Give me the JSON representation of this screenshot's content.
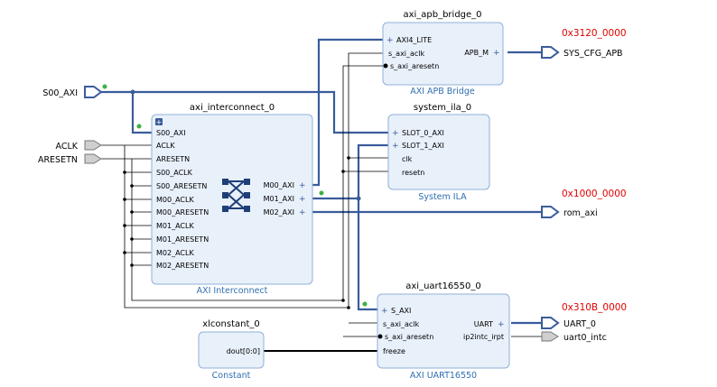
{
  "blocks": {
    "axi_interconnect": {
      "instance": "axi_interconnect_0",
      "type": "AXI Interconnect",
      "pins_left": [
        "S00_AXI",
        "ACLK",
        "ARESETN",
        "S00_ACLK",
        "S00_ARESETN",
        "M00_ACLK",
        "M00_ARESETN",
        "M01_ACLK",
        "M01_ARESETN",
        "M02_ACLK",
        "M02_ARESETN"
      ],
      "pins_right": [
        "M00_AXI",
        "M01_AXI",
        "M02_AXI"
      ]
    },
    "axi_apb_bridge": {
      "instance": "axi_apb_bridge_0",
      "type": "AXI APB Bridge",
      "pins_left": [
        "AXI4_LITE",
        "s_axi_aclk",
        "s_axi_aresetn"
      ],
      "pins_right": [
        "APB_M"
      ]
    },
    "system_ila": {
      "instance": "system_ila_0",
      "type": "System ILA",
      "pins_left": [
        "SLOT_0_AXI",
        "SLOT_1_AXI",
        "clk",
        "resetn"
      ]
    },
    "axi_uart": {
      "instance": "axi_uart16550_0",
      "type": "AXI UART16550",
      "pins_left": [
        "S_AXI",
        "s_axi_aclk",
        "s_axi_aresetn",
        "freeze"
      ],
      "pins_right": [
        "UART",
        "ip2intc_irpt"
      ]
    },
    "xlconstant": {
      "instance": "xlconstant_0",
      "type": "Constant",
      "pins_right": [
        "dout[0:0]"
      ]
    }
  },
  "external_ports": {
    "s00_axi": "S00_AXI",
    "aclk": "ACLK",
    "aresetn": "ARESETN",
    "sys_cfg_apb": "SYS_CFG_APB",
    "rom_axi": "rom_axi",
    "uart_0": "UART_0",
    "uart0_intc": "uart0_intc"
  },
  "addresses": {
    "sys_cfg_apb": "0x3120_0000",
    "rom_axi": "0x1000_0000",
    "uart_0": "0x310B_0000"
  },
  "colors": {
    "block_fill": "#e8f0fa",
    "block_border": "#8fb1d8",
    "bus": "#3a5c9c",
    "address": "#e00000",
    "block_type_text": "#2f6fb2"
  }
}
